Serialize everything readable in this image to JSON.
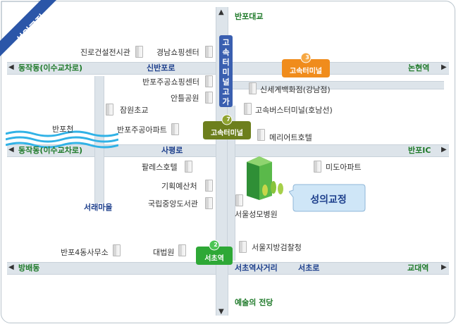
{
  "corner_label": "성의교정",
  "main_label": "성의교정",
  "roads": {
    "banpo_daero": "반포대교",
    "expressway_vertical": "고속터미널고가",
    "sinbanpo_ro": "신반포로",
    "sapyeong_ro": "사평로",
    "seocho_ro": "서초로",
    "seocho_crossroad": "서초역사거리",
    "arts_center": "예술의 전당",
    "dongjak_top": "동작동(이수교차로)",
    "dongjak_mid": "동작동(이수교차로)",
    "nonhyeon": "논현역",
    "banpo_ic": "반포IC",
    "bangbae": "방배동",
    "gyodae": "교대역",
    "banpo_stream": "반포천",
    "seorae_village": "서래마을"
  },
  "stations": {
    "express_terminal_line3": {
      "num": "3",
      "name": "고속터미널",
      "color": "#f08c1c"
    },
    "express_terminal_line7": {
      "num": "7",
      "name": "고속터미널",
      "color": "#6d7f1d"
    },
    "seocho_line2": {
      "num": "2",
      "name": "서초역",
      "color": "#2ea836"
    }
  },
  "buildings": [
    {
      "name": "진로건설전시관"
    },
    {
      "name": "경남쇼핑센터"
    },
    {
      "name": "반포주공쇼핑센터"
    },
    {
      "name": "신세계백화점(강남점)"
    },
    {
      "name": "안틀공원"
    },
    {
      "name": "잠원초교"
    },
    {
      "name": "고속버스터미널(호남선)"
    },
    {
      "name": "반포주공아파트"
    },
    {
      "name": "메리어트호텔"
    },
    {
      "name": "팔레스호텔"
    },
    {
      "name": "미도아파트"
    },
    {
      "name": "기획예산처"
    },
    {
      "name": "국립중앙도서관"
    },
    {
      "name": "서울성모병원"
    },
    {
      "name": "반포4동사무소"
    },
    {
      "name": "대법원"
    },
    {
      "name": "서울지방검찰청"
    }
  ],
  "colors": {
    "road": "#dde4ea",
    "green_label": "#1f7a2a",
    "blue_label": "#1d3f8c",
    "highlight": "#2f9a3a",
    "callout": "#cfe6f7"
  }
}
